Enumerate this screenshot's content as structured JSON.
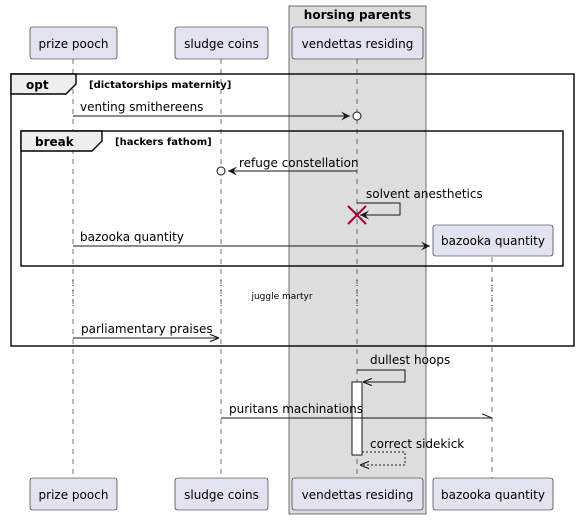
{
  "box_group": {
    "title": "horsing parents"
  },
  "participants": [
    {
      "id": "p1",
      "label": "prize pooch"
    },
    {
      "id": "p2",
      "label": "sludge coins"
    },
    {
      "id": "p3",
      "label": "vendettas residing"
    },
    {
      "id": "p4",
      "label": "bazooka quantity"
    }
  ],
  "fragments": {
    "opt": {
      "keyword": "opt",
      "condition": "[dictatorships maternity]"
    },
    "break": {
      "keyword": "break",
      "condition": "[hackers fathom]"
    }
  },
  "messages": [
    {
      "id": "m1",
      "label": "venting smithereens"
    },
    {
      "id": "m2",
      "label": "refuge constellation"
    },
    {
      "id": "m3",
      "label": "solvent anesthetics"
    },
    {
      "id": "m4",
      "label": "bazooka quantity"
    },
    {
      "id": "m5",
      "label": "parliamentary praises"
    },
    {
      "id": "m6",
      "label": "dullest hoops"
    },
    {
      "id": "m7",
      "label": "puritans machinations"
    },
    {
      "id": "m8",
      "label": "correct sidekick"
    }
  ],
  "divider": {
    "label": "juggle martyr"
  },
  "colors": {
    "participant_fill": "#E2E2F0",
    "box_fill": "#DDDDDD",
    "destroy": "#A80036",
    "line": "#181818"
  }
}
